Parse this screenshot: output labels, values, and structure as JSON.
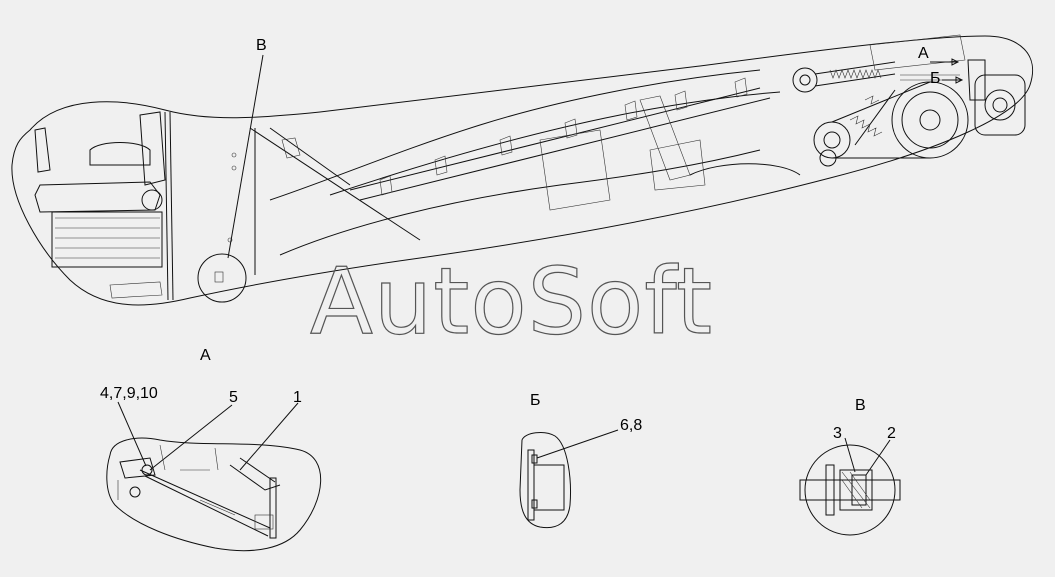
{
  "watermark": "AutoSoft",
  "main_view": {
    "callout_B_top": "В",
    "callout_A_small": "А",
    "callout_Bb_small": "Б"
  },
  "detail_A": {
    "title": "А",
    "label_4_7_9_10": "4,7,9,10",
    "label_5": "5",
    "label_1": "1"
  },
  "detail_Bb": {
    "title": "Б",
    "label_6_8": "6,8"
  },
  "detail_V": {
    "title": "В",
    "label_3": "3",
    "label_2": "2"
  }
}
